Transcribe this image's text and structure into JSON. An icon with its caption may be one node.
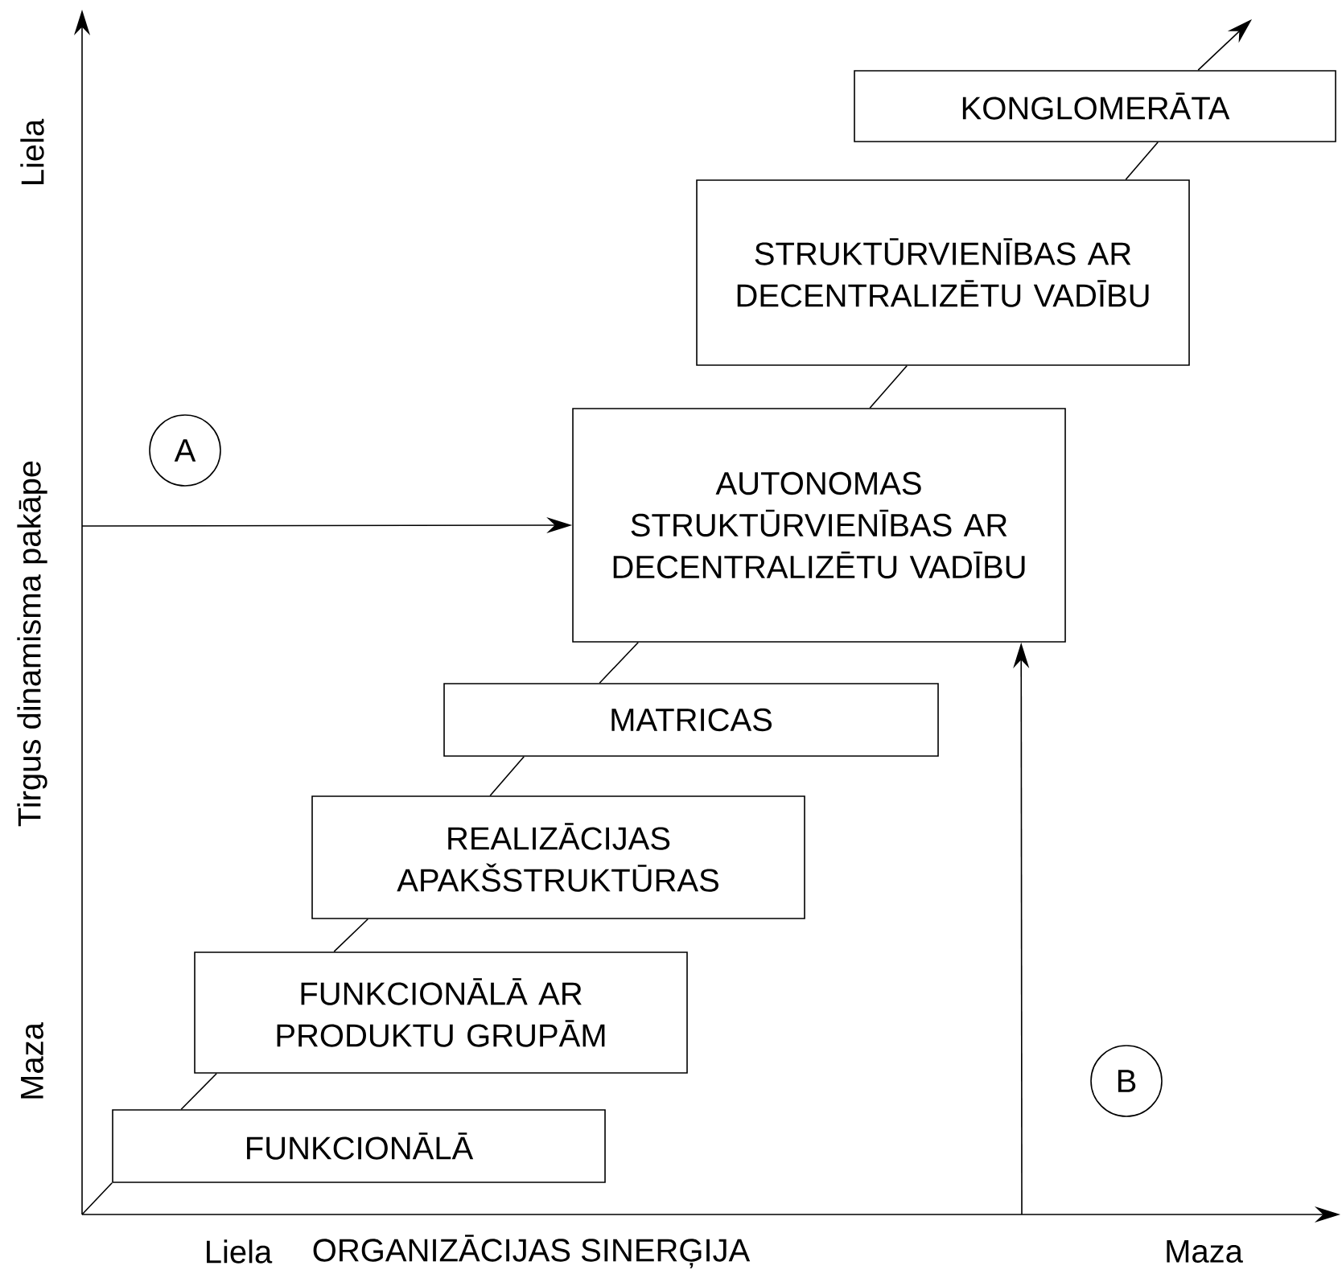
{
  "diagram": {
    "nodes": [
      {
        "text": [
          "FUNKCIONĀLĀ"
        ]
      },
      {
        "text": [
          "FUNKCIONĀLĀ AR PRODUKTU GRUPĀM"
        ]
      },
      {
        "text": [
          "REALIZĀCIJAS APAKŠSTRUKTŪRAS"
        ]
      },
      {
        "text": [
          "MATRICAS"
        ]
      },
      {
        "text": [
          "AUTONOMAS STRUKTŪRVIENĪBAS AR DECENTRALIZĒTU VADĪBU"
        ]
      },
      {
        "text": [
          "STRUKTŪRVIENĪBAS AR DECENTRALIZĒTU VADĪBU"
        ]
      },
      {
        "text": [
          "KONGLOMERĀTA"
        ]
      },
      {
        "text": [
          "A"
        ]
      },
      {
        "text": [
          "B"
        ]
      }
    ],
    "edges": [
      {
        "from": null,
        "to": 0,
        "arrow": "none"
      },
      {
        "from": 0,
        "to": 1,
        "arrow": "none"
      },
      {
        "from": 1,
        "to": 2,
        "arrow": "none"
      },
      {
        "from": 2,
        "to": 3,
        "arrow": "none"
      },
      {
        "from": 3,
        "to": 4,
        "arrow": "none"
      },
      {
        "from": 4,
        "to": 5,
        "arrow": "none"
      },
      {
        "from": 5,
        "to": 6,
        "arrow": "none"
      },
      {
        "from": 6,
        "to": null,
        "arrow": "to"
      },
      {
        "from": null,
        "to": 4,
        "arrow": "to"
      },
      {
        "from": null,
        "to": 4,
        "arrow": "to"
      }
    ],
    "labels": [
      "Liela",
      "Tirgus dinamisma pakāpe",
      "Maza",
      "Liela",
      "ORGANIZĀCIJAS SINERĢIJA",
      "Maza"
    ]
  }
}
